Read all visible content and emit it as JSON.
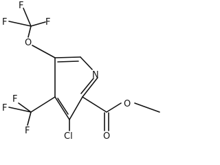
{
  "atom_labels": {
    "f_top_1": "F",
    "f_top_2": "F",
    "f_top_3": "F",
    "o_ether": "O",
    "n_ring": "N",
    "f_mid_1": "F",
    "f_mid_2": "F",
    "f_mid_3": "F",
    "cl": "Cl",
    "o_ester": "O",
    "o_carbonyl": "O"
  }
}
